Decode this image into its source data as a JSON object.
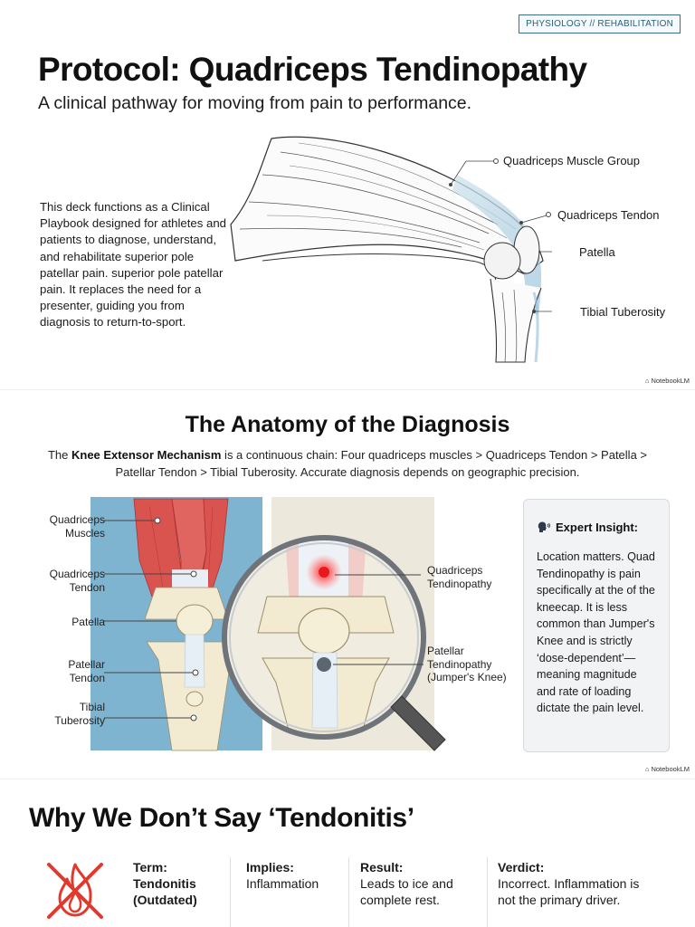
{
  "slide1": {
    "tag": "PHYSIOLOGY // REHABILITATION",
    "title": "Protocol: Quadriceps Tendinopathy",
    "subtitle": "A clinical pathway for moving from pain to performance.",
    "body": "This deck functions as a Clinical Playbook designed for athletes and patients to diagnose, understand, and rehabilitate superior pole patellar pain. superior pole patellar pain. It replaces the need for a presenter, guiding you from diagnosis to return-to-sport.",
    "callouts": {
      "muscle_group": "Quadriceps Muscle Group",
      "tendon": "Quadriceps Tendon",
      "patella": "Patella",
      "tibial": "Tibial Tuberosity"
    },
    "watermark": "NotebookLM"
  },
  "slide2": {
    "title": "The Anatomy of the Diagnosis",
    "body_bold": "Knee Extensor Mechanism",
    "body_pre": "The ",
    "body_post": " is a continuous chain: Four quadriceps muscles > Quadriceps Tendon > Patella > Patellar Tendon > Tibial Tuberosity. Accurate diagnosis depends on geographic precision.",
    "left_labels": {
      "muscles": [
        "Quadriceps",
        "Muscles"
      ],
      "tendon": [
        "Quadriceps",
        "Tendon"
      ],
      "patella": [
        "Patella"
      ],
      "patellar_tendon": [
        "Patellar",
        "Tendon"
      ],
      "tibial": [
        "Tibial",
        "Tuberosity"
      ]
    },
    "right_labels": {
      "quad_tend": [
        "Quadriceps",
        "Tendinopathy"
      ],
      "patellar_tend": [
        "Patellar",
        "Tendinopathy",
        "(Jumper's Knee)"
      ]
    },
    "insight": {
      "heading": "Expert Insight:",
      "text": "Location matters. Quad Tendinopathy is pain specifically at the of the kneecap. It is less common than Jumper's Knee and is strictly ‘dose-dependent’—meaning magnitude and rate of loading dictate the pain level."
    },
    "watermark": "NotebookLM",
    "colors": {
      "pain": "#e8191e",
      "muscle": "#d9534f",
      "bg_blue": "#7fb4d1"
    }
  },
  "slide3": {
    "title": "Why We Don’t Say ‘Tendonitis’",
    "columns": [
      {
        "head": "Term:",
        "lines": [
          "Tendonitis",
          "(Outdated)"
        ],
        "bold_lines": true
      },
      {
        "head": "Implies:",
        "lines": [
          "Inflammation"
        ],
        "bold_lines": false
      },
      {
        "head": "Result:",
        "lines": [
          "Leads to ice and",
          "complete rest."
        ],
        "bold_lines": false
      },
      {
        "head": "Verdict:",
        "lines": [
          "Incorrect. Inflammation is",
          "not the primary driver."
        ],
        "bold_lines": false
      }
    ],
    "icon": "no-fire-icon",
    "icon_color": "#e03a2f"
  }
}
